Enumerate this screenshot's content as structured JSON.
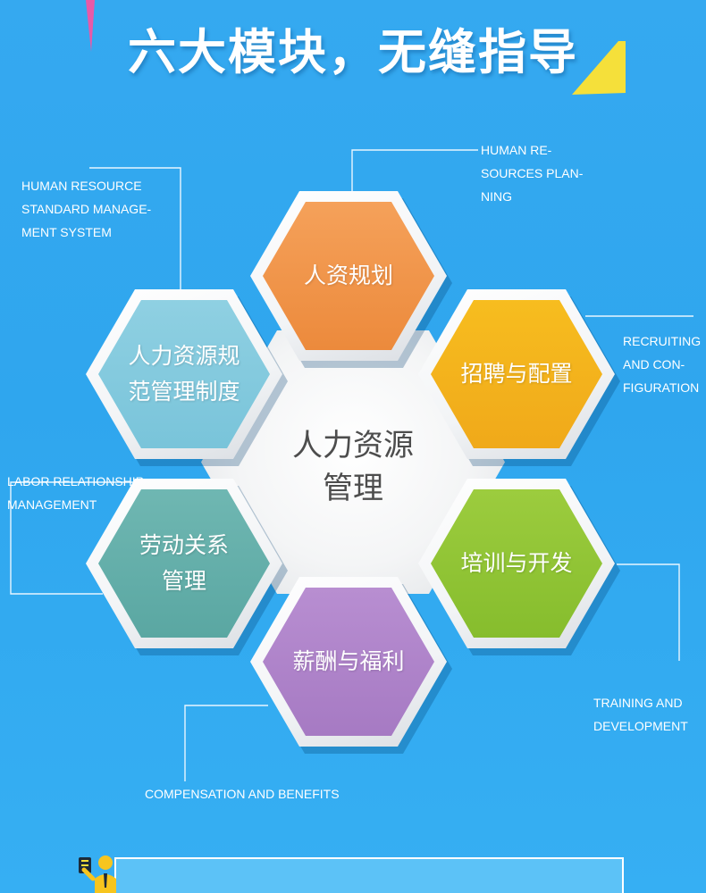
{
  "title": "六大模块，无缝指导",
  "center": {
    "label": "人力资源\n管理"
  },
  "modules": [
    {
      "key": "planning",
      "label": "人资规划",
      "english": "HUMAN RE-\nSOURCES PLAN-\nNING",
      "color_top": "#f5a15a",
      "color_bottom": "#ec8a3c"
    },
    {
      "key": "standard",
      "label": "人力资源规\n范管理制度",
      "english": "HUMAN RESOURCE\nSTANDARD MANAGE-\nMENT SYSTEM",
      "color_top": "#8fd0e2",
      "color_bottom": "#79c4da"
    },
    {
      "key": "recruiting",
      "label": "招聘与配置",
      "english": "RECRUITING\nAND     CON-\nFIGURATION",
      "color_top": "#f7bd1f",
      "color_bottom": "#f0a91a"
    },
    {
      "key": "labor",
      "label": "劳动关系\n管理",
      "english": "LABOR RELATIONSHIP\nMANAGEMENT",
      "color_top": "#6fb7b2",
      "color_bottom": "#5aa7a2"
    },
    {
      "key": "training",
      "label": "培训与开发",
      "english": "TRAINING AND\nDEVELOPMENT",
      "color_top": "#9ccc3e",
      "color_bottom": "#86bd2d"
    },
    {
      "key": "compensation",
      "label": "薪酬与福利",
      "english": "COMPENSATION AND BENEFITS",
      "color_top": "#b88ed1",
      "color_bottom": "#a67ac3"
    }
  ],
  "colors": {
    "background": "#32a8f0",
    "accent_pink": "#e85aa8",
    "accent_yellow": "#f5e03a"
  },
  "icons": {
    "bottom_left": "presenter-icon"
  }
}
